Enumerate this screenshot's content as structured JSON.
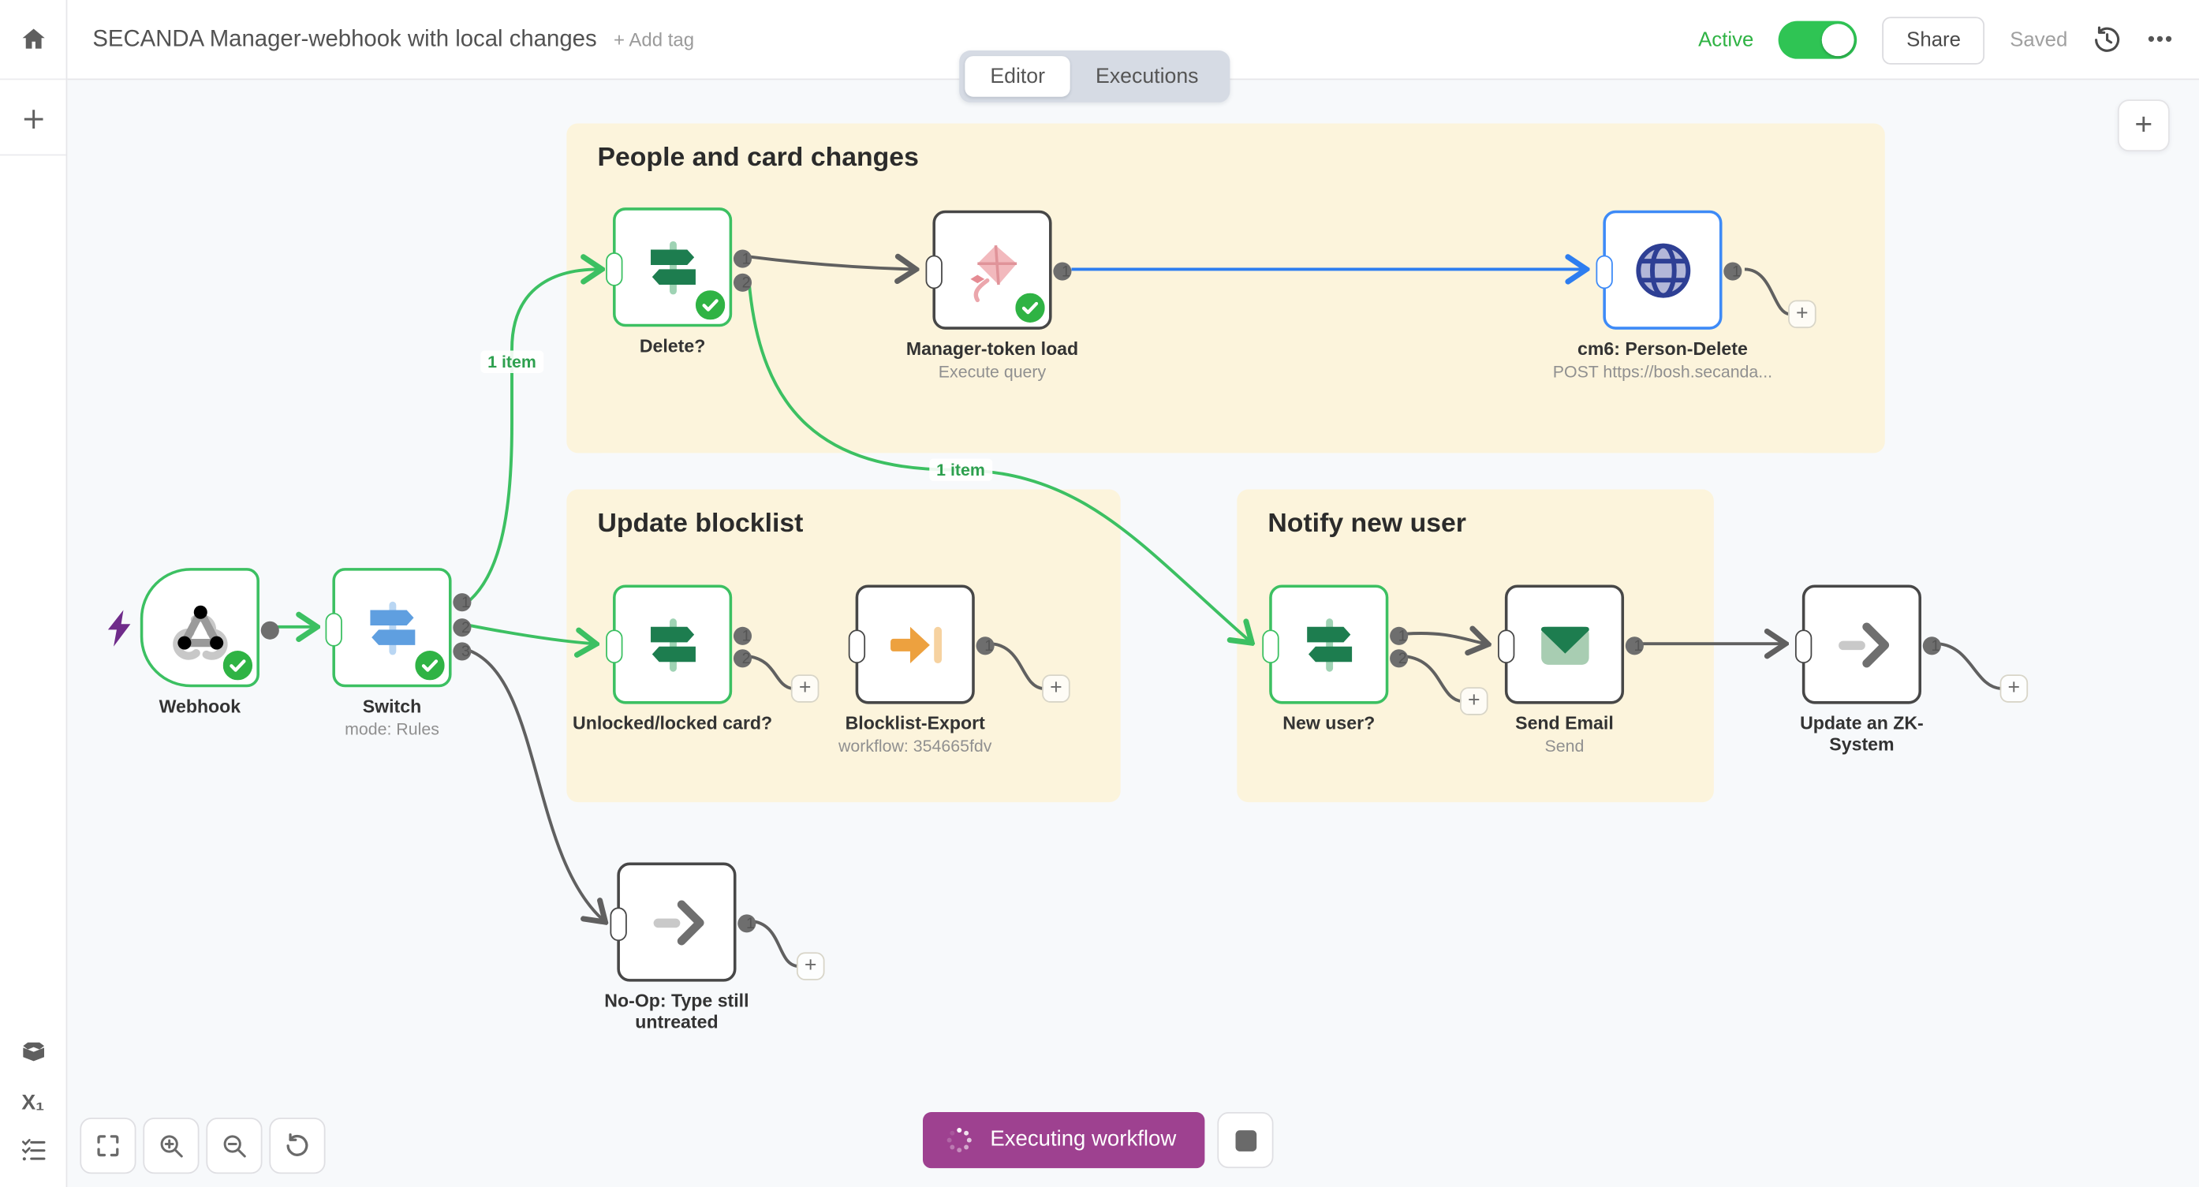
{
  "header": {
    "title": "SECANDA Manager-webhook with local changes",
    "add_tag": "+ Add tag",
    "tabs": [
      {
        "label": "Editor"
      },
      {
        "label": "Executions"
      }
    ],
    "active_label": "Active",
    "active_state": "on",
    "share_label": "Share",
    "saved_label": "Saved"
  },
  "sections": [
    {
      "title": "People and card changes"
    },
    {
      "title": "Update blocklist"
    },
    {
      "title": "Notify new user"
    }
  ],
  "nodes": [
    {
      "name": "Webhook",
      "subtitle": "",
      "ports": []
    },
    {
      "name": "Switch",
      "subtitle": "mode: Rules",
      "ports": [
        "1",
        "2",
        "3"
      ]
    },
    {
      "name": "Delete?",
      "subtitle": "",
      "ports": [
        "1",
        "2"
      ]
    },
    {
      "name": "Manager-token load",
      "subtitle": "Execute query",
      "ports": [
        "1"
      ]
    },
    {
      "name": "cm6: Person-Delete",
      "subtitle": "POST https://bosh.secanda...",
      "ports": [
        "1"
      ]
    },
    {
      "name": "Unlocked/locked card?",
      "subtitle": "",
      "ports": [
        "1",
        "2"
      ]
    },
    {
      "name": "Blocklist-Export",
      "subtitle": "workflow: 354665fdv",
      "ports": [
        "1"
      ]
    },
    {
      "name": "New user?",
      "subtitle": "",
      "ports": [
        "1",
        "2"
      ]
    },
    {
      "name": "Send Email",
      "subtitle": "Send",
      "ports": [
        "1"
      ]
    },
    {
      "name": "Update an ZK-System",
      "subtitle": "",
      "ports": [
        "1"
      ]
    },
    {
      "name": "No-Op: Type still untreated",
      "subtitle": "",
      "ports": [
        "1"
      ]
    }
  ],
  "connection_labels": [
    {
      "text": "1 item"
    },
    {
      "text": "1 item"
    }
  ],
  "footer": {
    "executing_label": "Executing workflow"
  },
  "icons": {
    "plus": "+",
    "ellipsis": "•••",
    "variables": "X₁"
  },
  "colors": {
    "success_green": "#3cc062",
    "active_green": "#2fb344",
    "running_blue": "#3d8af7",
    "wire_gray": "#606060",
    "executing_magenta": "#9e4190",
    "panel_cream": "#fcf4dc",
    "trigger_purple": "#6f2b8a",
    "canvas_bg": "#f7f9fb"
  }
}
